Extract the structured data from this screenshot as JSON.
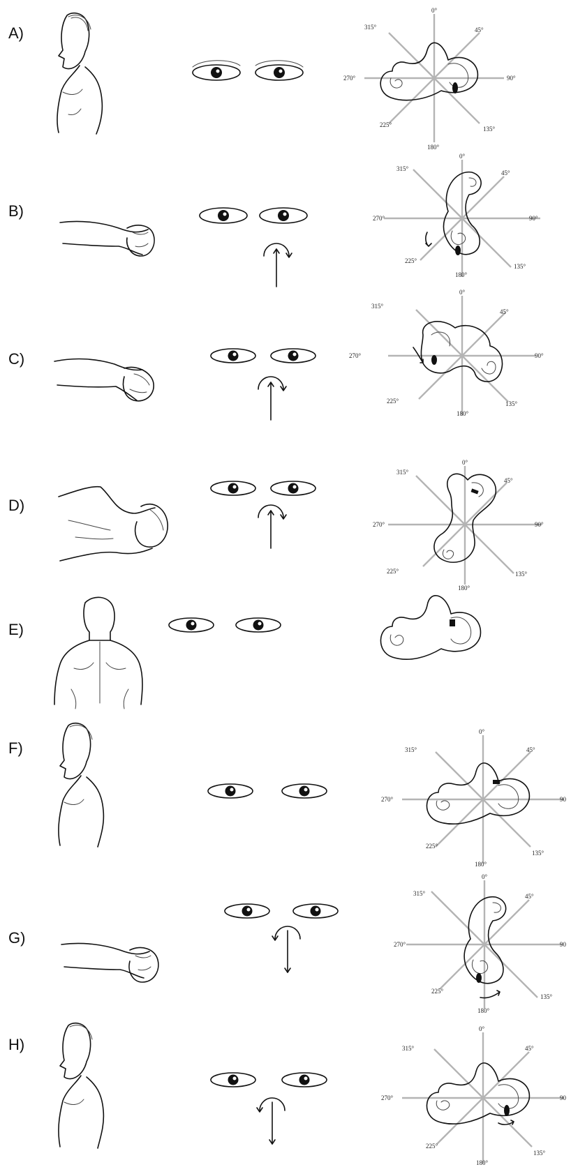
{
  "panels": [
    {
      "letter": "A)",
      "view": "upright-side",
      "rotation_arrow": "none",
      "labels": {
        "d0": "0°",
        "d45": "45°",
        "d90": "90°",
        "d135": "135°",
        "d180": "180°",
        "d225": "225°",
        "d270": "270°",
        "d315": "315°"
      }
    },
    {
      "letter": "B)",
      "view": "supine-head-turned",
      "rotation_arrow": "up",
      "labels": {
        "d0": "0°",
        "d45": "45°",
        "d90": "90°",
        "d135": "135°",
        "d180": "180°",
        "d225": "225°",
        "d270": "270°",
        "d315": "315°"
      }
    },
    {
      "letter": "C)",
      "view": "supine-head-back",
      "rotation_arrow": "up",
      "labels": {
        "d0": "0°",
        "d45": "45°",
        "d90": "90°",
        "d135": "135°",
        "d180": "180°",
        "d225": "225°",
        "d270": "270°",
        "d315": "315°"
      }
    },
    {
      "letter": "D)",
      "view": "side-lying-head-down",
      "rotation_arrow": "up",
      "labels": {
        "d0": "0°",
        "d45": "45°",
        "d90": "90°",
        "d135": "135°",
        "d180": "180°",
        "d225": "225°",
        "d270": "270°",
        "d315": "315°"
      }
    },
    {
      "letter": "E)",
      "view": "upright-back",
      "rotation_arrow": "none",
      "labels": null
    },
    {
      "letter": "F)",
      "view": "upright-side",
      "rotation_arrow": "none",
      "labels": {
        "d0": "0°",
        "d45": "45°",
        "d90": "90",
        "d135": "135°",
        "d180": "180°",
        "d225": "225°",
        "d270": "270°",
        "d315": "315°"
      }
    },
    {
      "letter": "G)",
      "view": "supine-head-turned",
      "rotation_arrow": "down",
      "labels": {
        "d0": "0°",
        "d45": "45°",
        "d90": "90",
        "d135": "135°",
        "d180": "180°",
        "d225": "225°",
        "d270": "270°",
        "d315": "315°"
      }
    },
    {
      "letter": "H)",
      "view": "upright-side",
      "rotation_arrow": "down",
      "labels": {
        "d0": "0°",
        "d45": "45°",
        "d90": "90",
        "d135": "135°",
        "d180": "180°",
        "d225": "225°",
        "d270": "270°",
        "d315": "315°"
      }
    }
  ]
}
